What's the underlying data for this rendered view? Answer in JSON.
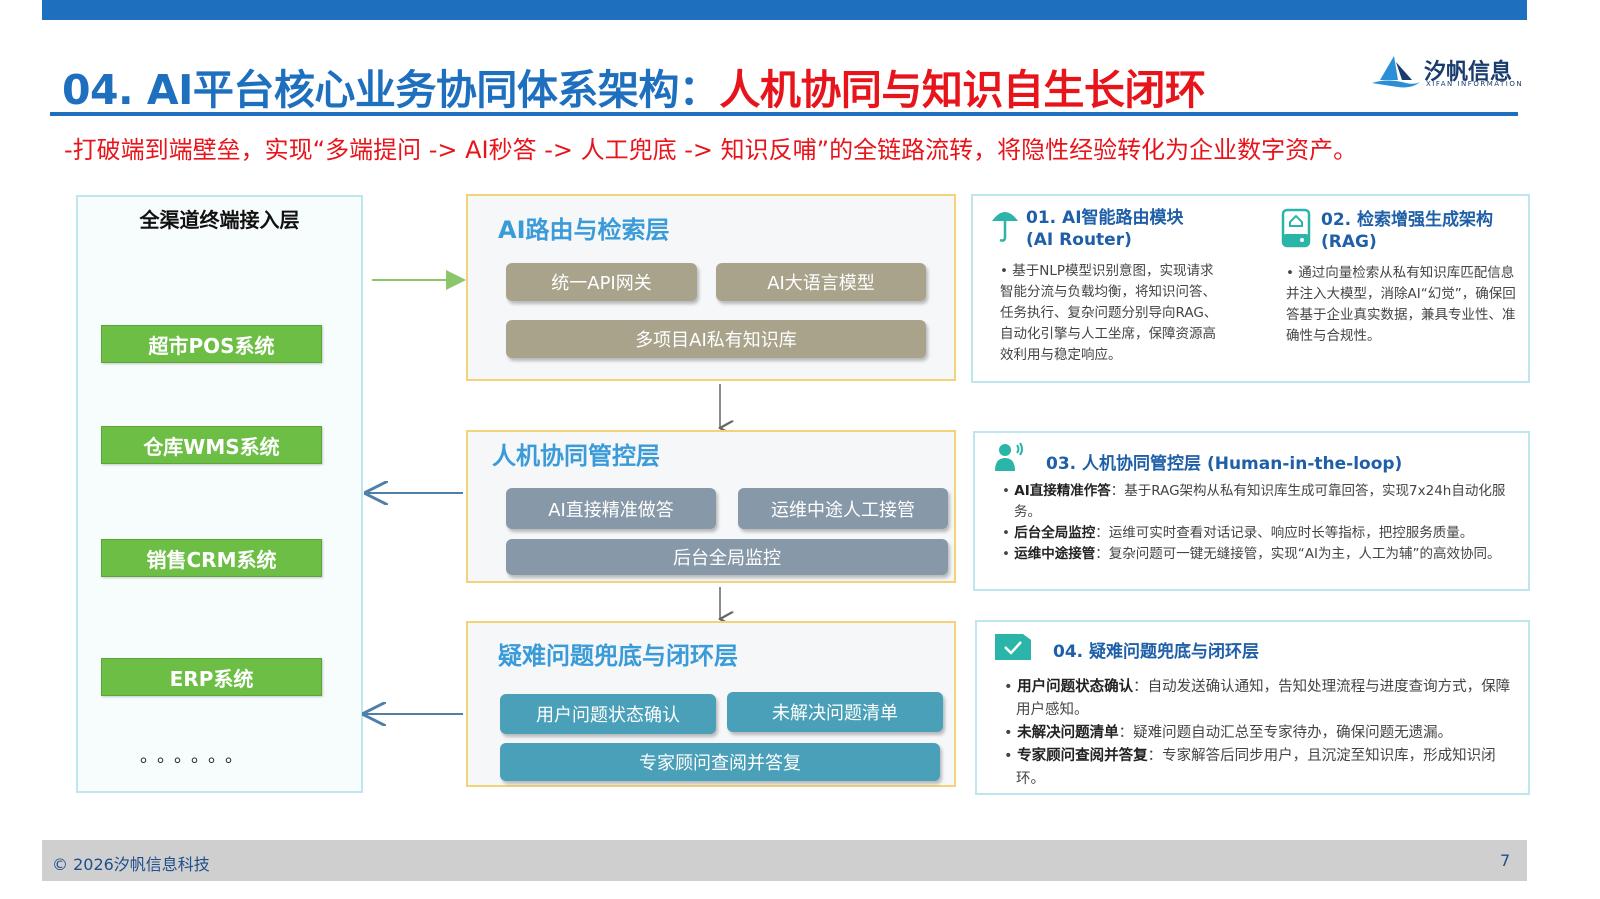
{
  "header": {
    "title_blue": "04. AI平台核心业务协同体系架构：",
    "title_red": "人机协同与知识自生长闭环",
    "subtitle": "-打破端到端壁垒，实现“多端提问 -> AI秒答 -> 人工兜底 -> 知识反哺”的全链路流转，将隐性经验转化为企业数字资产。",
    "logo_brand": "汐帆信息",
    "logo_sub": "XIFAN INFORMATION"
  },
  "left_panel": {
    "title": "全渠道终端接入层",
    "systems": [
      "超市POS系统",
      "仓库WMS系统",
      "销售CRM系统",
      "ERP系统"
    ],
    "ellipsis": "。。。。。。"
  },
  "layers": [
    {
      "title": "AI路由与检索层",
      "items": [
        "统一API网关",
        "AI大语言模型",
        "多项目AI私有知识库"
      ]
    },
    {
      "title": "人机协同管控层",
      "items": [
        "AI直接精准做答",
        "运维中途人工接管",
        "后台全局监控"
      ]
    },
    {
      "title": "疑难问题兜底与闭环层",
      "items": [
        "用户问题状态确认",
        "未解决问题清单",
        "专家顾问查阅并答复"
      ]
    }
  ],
  "cards": {
    "c1": {
      "title_line1": "01. AI智能路由模块",
      "title_line2": "(AI Router)",
      "body": "• 基于NLP模型识别意图，实现请求智能分流与负载均衡，将知识问答、任务执行、复杂问题分别导向RAG、自动化引擎与人工坐席，保障资源高效利用与稳定响应。"
    },
    "c2": {
      "title_line1": "02. 检索增强生成架构",
      "title_line2": "(RAG)",
      "body": "• 通过向量检索从私有知识库匹配信息并注入大模型，消除AI“幻觉”，确保回答基于企业真实数据，兼具专业性、准确性与合规性。"
    },
    "c3": {
      "title": "03. 人机协同管控层 (Human-in-the-loop)",
      "items": [
        {
          "label": "AI直接精准作答",
          "text": "：基于RAG架构从私有知识库生成可靠回答，实现7x24h自动化服务。"
        },
        {
          "label": "后台全局监控",
          "text": "：运维可实时查看对话记录、响应时长等指标，把控服务质量。"
        },
        {
          "label": "运维中途接管",
          "text": "：复杂问题可一键无缝接管，实现“AI为主，人工为辅”的高效协同。"
        }
      ]
    },
    "c4": {
      "title": "04. 疑难问题兜底与闭环层",
      "items": [
        {
          "label": "用户问题状态确认",
          "text": "：自动发送确认通知，告知处理流程与进度查询方式，保障用户感知。"
        },
        {
          "label": "未解决问题清单",
          "text": "：疑难问题自动汇总至专家待办，确保问题无遗漏。"
        },
        {
          "label": "专家顾问查阅并答复",
          "text": "：专家解答后同步用户，且沉淀至知识库，形成知识闭环。"
        }
      ]
    }
  },
  "footer": {
    "copyright": "© 2026汐帆信息科技",
    "page": "7"
  },
  "colors": {
    "brand_blue": "#1f6fbf",
    "accent_red": "#e8141b",
    "system_green": "#6cbe45",
    "layer_title": "#3a9bd8"
  }
}
